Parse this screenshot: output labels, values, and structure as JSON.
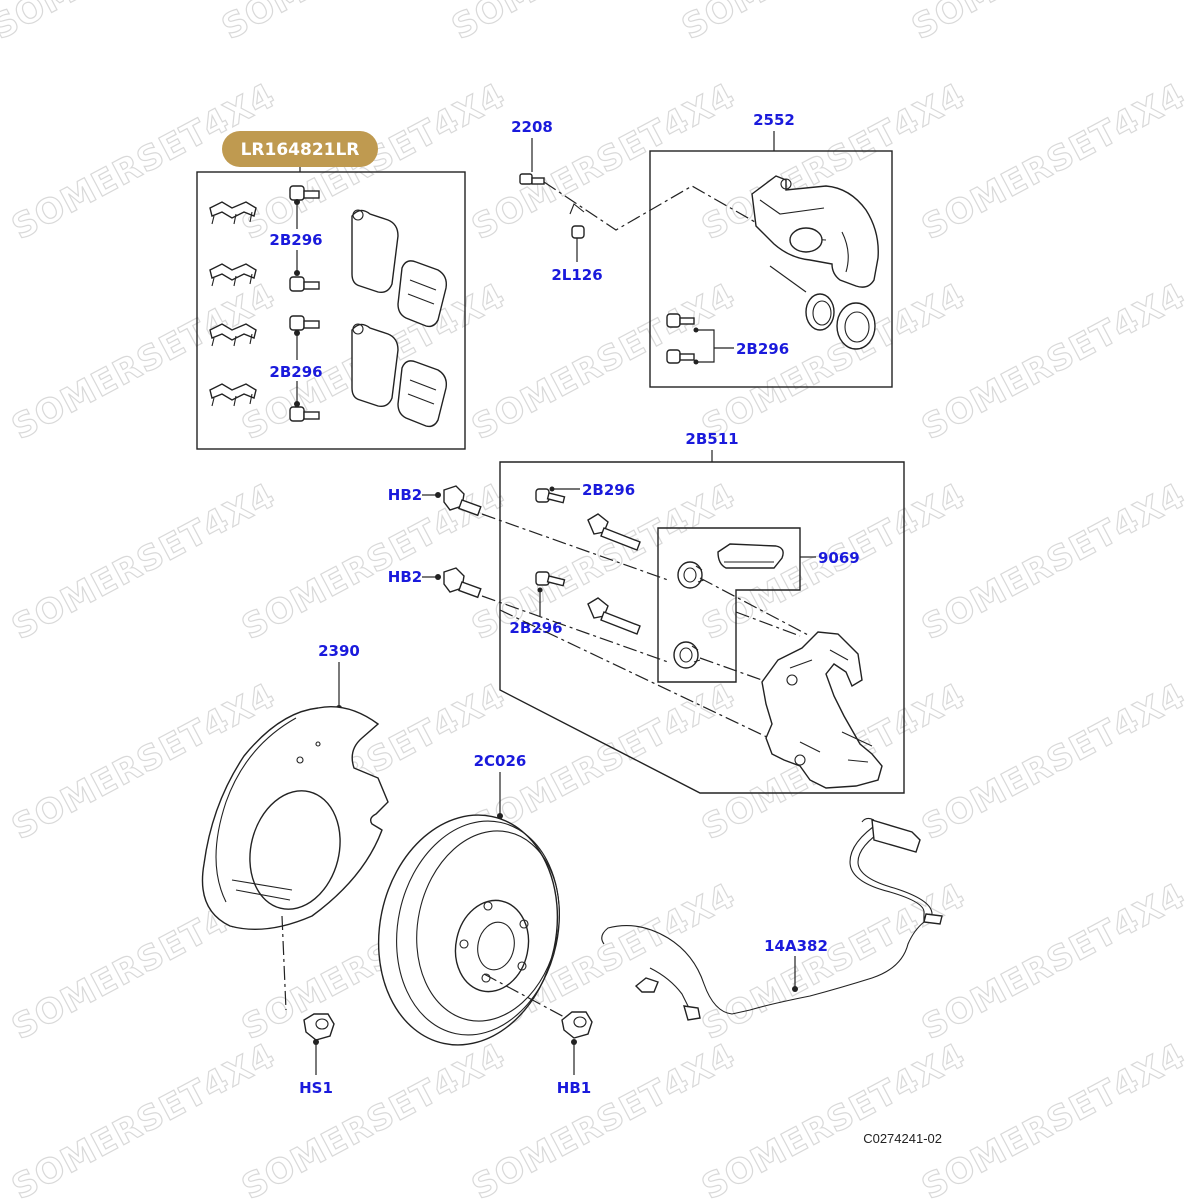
{
  "diagram": {
    "kit_badge": {
      "label": "LR164821LR",
      "color": "#bf9a50"
    },
    "watermark": "SOMERSET4X4",
    "reference_code": "C0274241-02",
    "callouts": {
      "pad_bolt_upper": "2B296",
      "pad_bolt_lower": "2B296",
      "bleed_screw": "2208",
      "bleed_cap": "2L126",
      "caliper": "2552",
      "caliper_bolts": "2B296",
      "carrier": "2B511",
      "carrier_bolt_upper": "2B296",
      "carrier_bolt_lower": "2B296",
      "carrier_bolt_hb2_upper": "HB2",
      "carrier_bolt_hb2_lower": "HB2",
      "grease_kit": "9069",
      "dust_shield": "2390",
      "brake_disc": "2C026",
      "shield_screw": "HS1",
      "disc_screw": "HB1",
      "wear_sensor": "14A382"
    },
    "colors": {
      "callout": "#1a1adc",
      "line": "#222222",
      "watermark": "#d9d9d9"
    }
  }
}
